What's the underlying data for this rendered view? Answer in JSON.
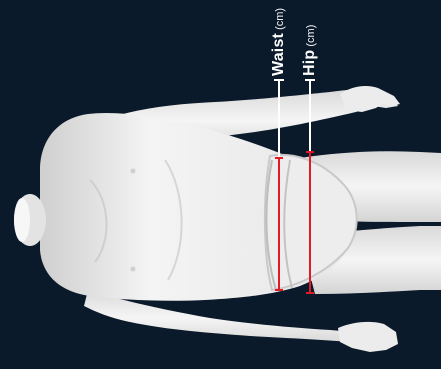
{
  "measurements": [
    {
      "name": "Waist",
      "unit": "(cm)"
    },
    {
      "name": "Hip",
      "unit": "(cm)"
    }
  ],
  "colors": {
    "background": "#0b1a2a",
    "measure_line": "#e01b24",
    "guide_line": "#ffffff",
    "body": "#f2f2f2"
  }
}
